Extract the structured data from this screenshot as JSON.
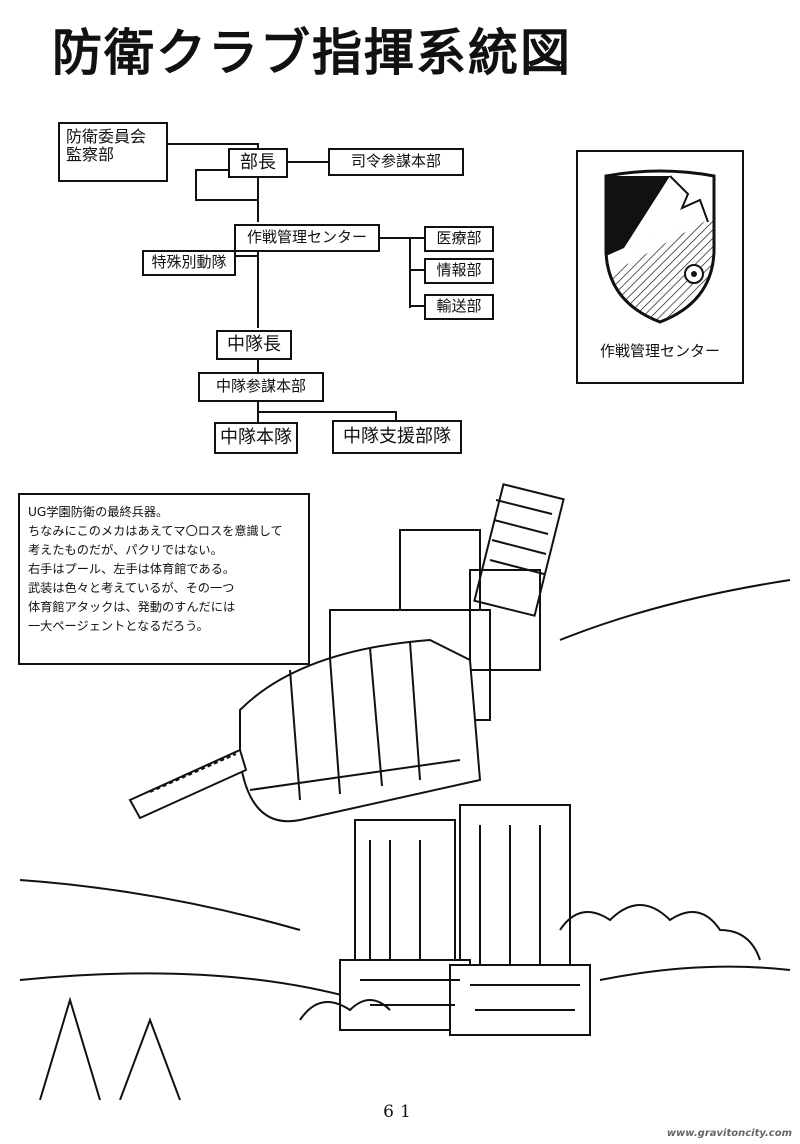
{
  "title": "防衛クラブ指揮系統図",
  "org": {
    "committee": [
      "防衛委員会",
      "監察部"
    ],
    "chief": "部長",
    "command_staff": "司令参謀本部",
    "ops_center": "作戦管理センター",
    "special_unit": "特殊別動隊",
    "medical": "医療部",
    "intel": "情報部",
    "transport": "輸送部",
    "company_leader": "中隊長",
    "company_staff": "中隊参謀本部",
    "company_hq": "中隊本隊",
    "company_support": "中隊支援部隊"
  },
  "emblem": {
    "caption": "作戦管理センター"
  },
  "note": {
    "lines": [
      "UG学園防衛の最終兵器。",
      "ちなみにこのメカはあえてマ〇ロスを意識して",
      "考えたものだが、パクリではない。",
      "右手はプール、左手は体育館である。",
      "武装は色々と考えているが、その一つ",
      "体育館アタックは、発動のすんだには",
      "一大ページェントとなるだろう。"
    ]
  },
  "page_number": "61",
  "watermark": "www.gravitoncity.com"
}
